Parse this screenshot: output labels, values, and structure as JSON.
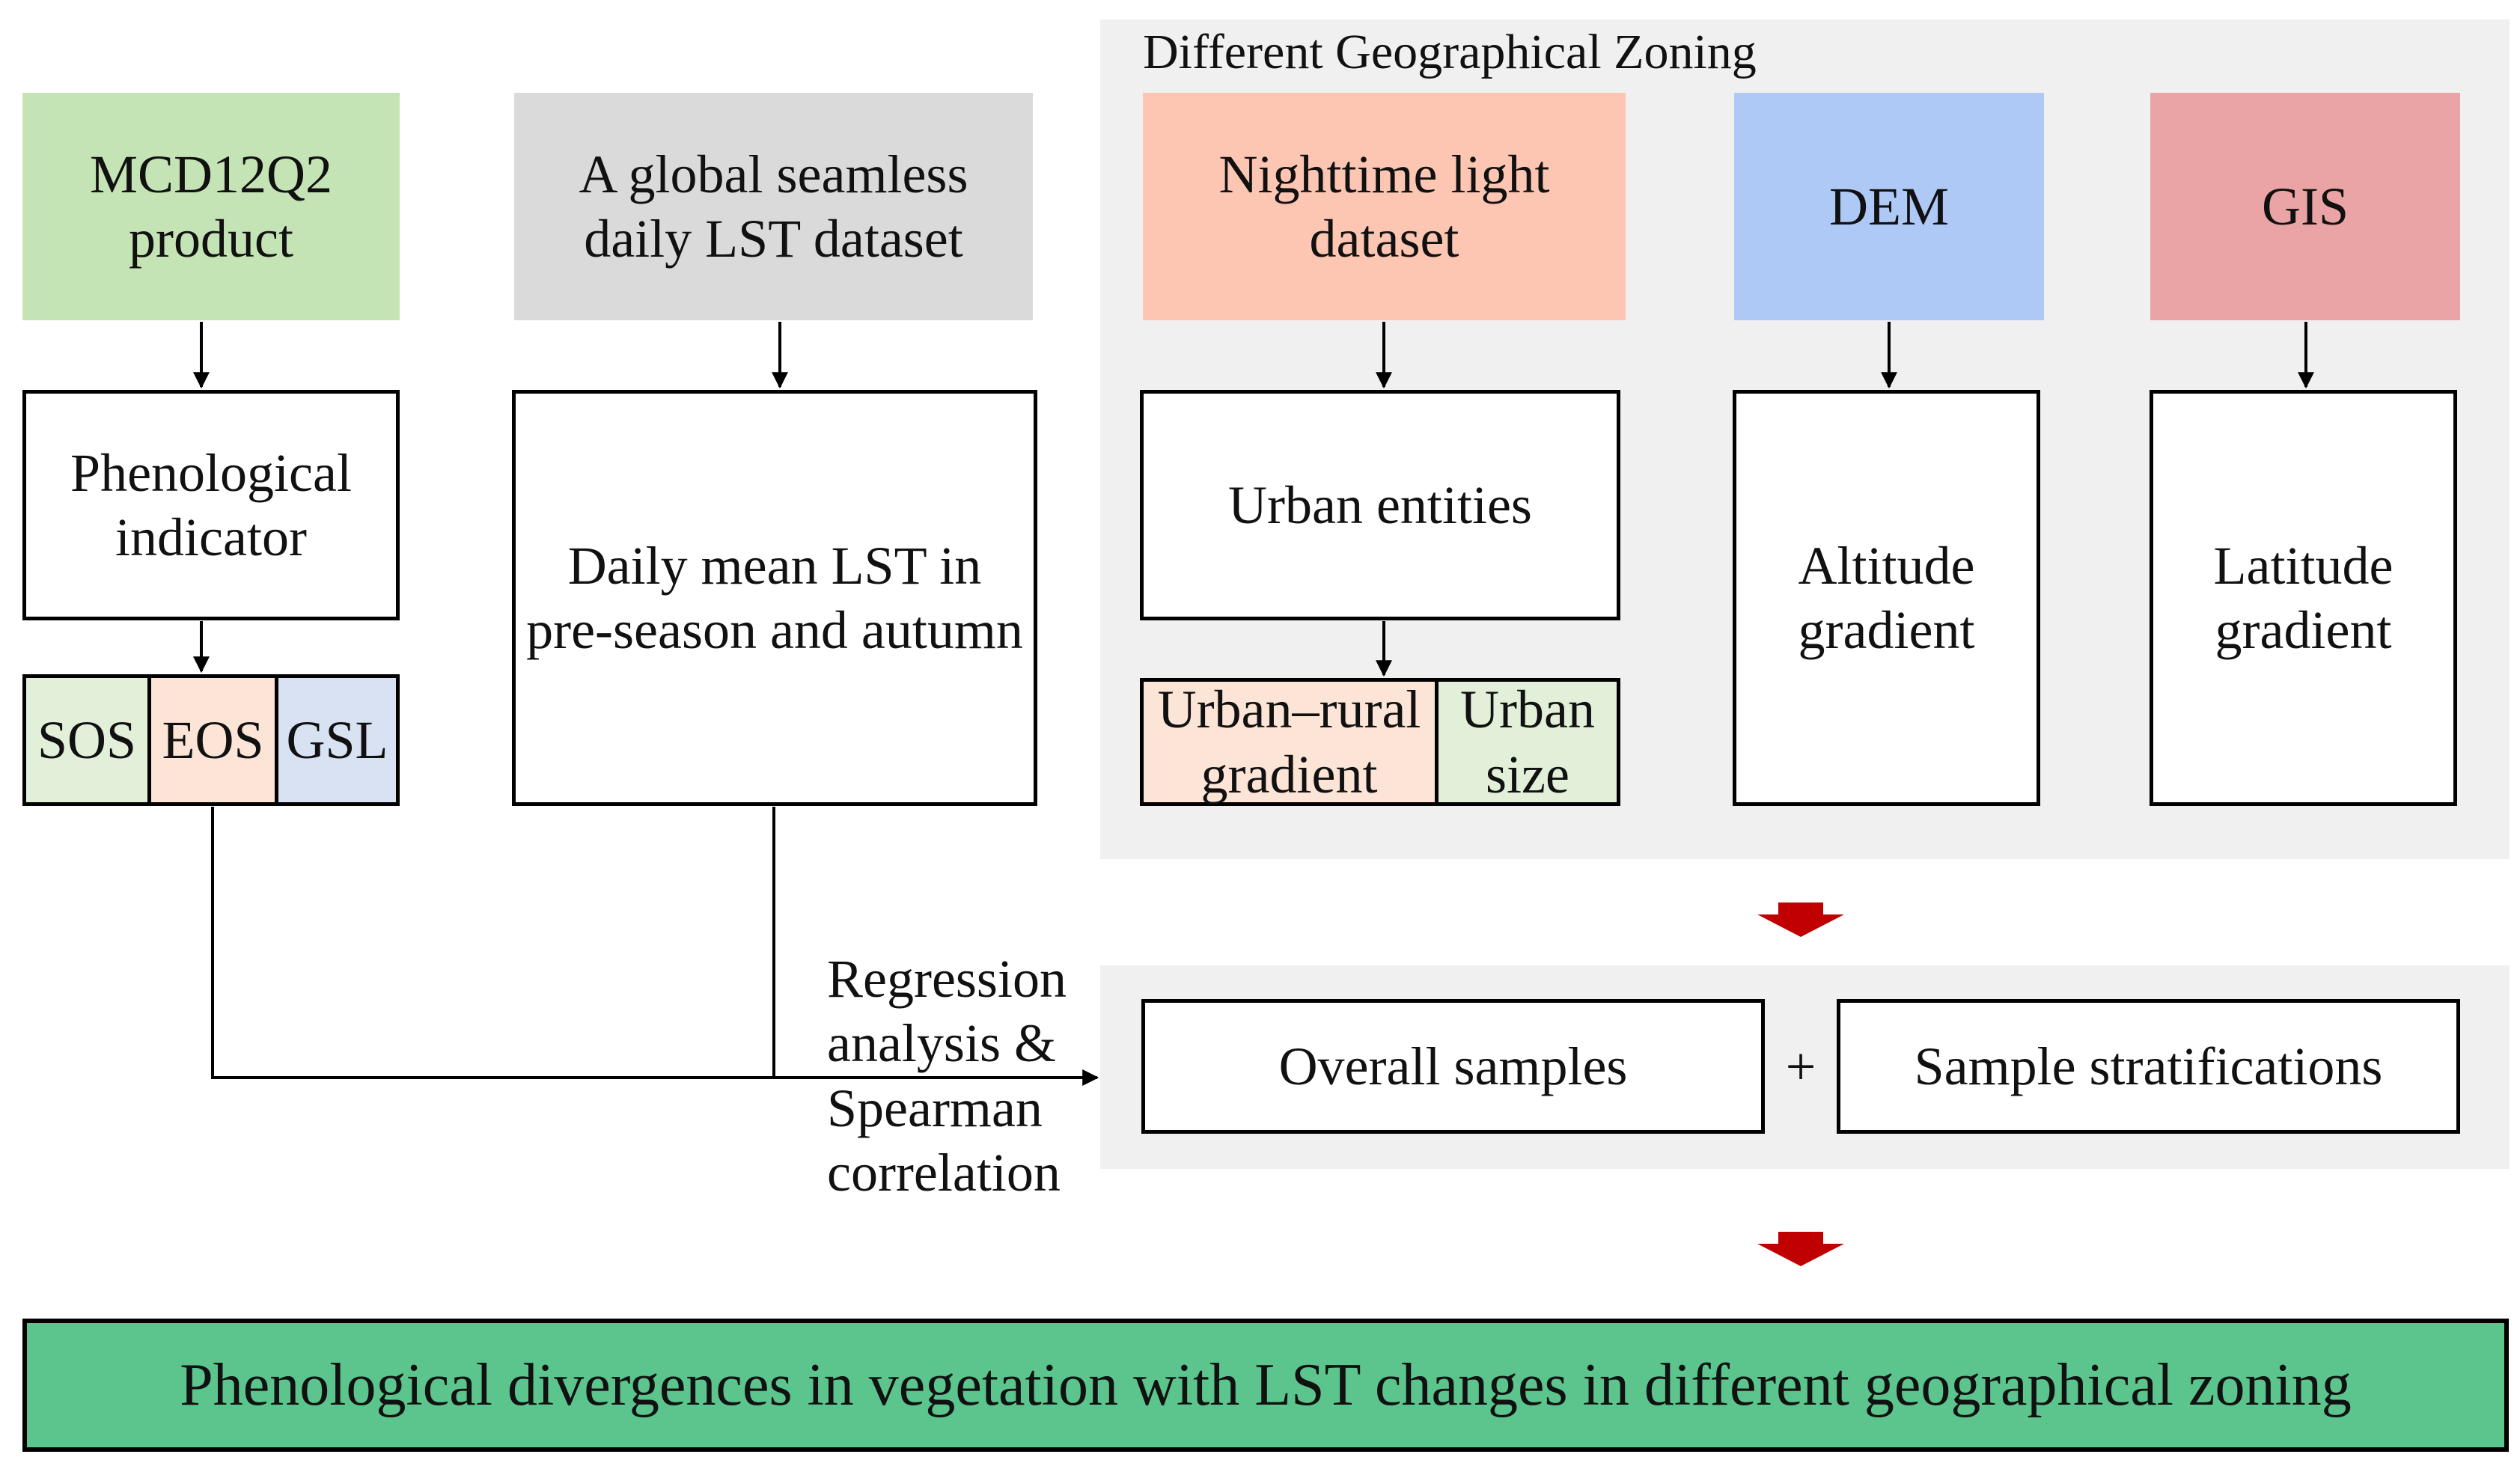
{
  "colors": {
    "green_source": "#c5e4b6",
    "gray_source": "#dadada",
    "salmon_source": "#fdc6b3",
    "blue_source": "#afc9f7",
    "red_source": "#eaa4a5",
    "sos_fill": "#e2f0da",
    "eos_fill": "#fce4d6",
    "gsl_fill": "#d9e2f3",
    "urban_rural_fill": "#fce4d6",
    "urban_size_fill": "#e2f0da",
    "result_fill": "#5bc58d",
    "panel_fill": "#f0f0f0",
    "down_arrow": "#c00000"
  },
  "panels": {
    "zoning_title": "Different Geographical Zoning"
  },
  "sources": {
    "mcd12q2": "MCD12Q2\nproduct",
    "lst_dataset": "A global seamless\ndaily LST dataset",
    "nighttime_light": "Nighttime light\ndataset",
    "dem": "DEM",
    "gis": "GIS"
  },
  "processes": {
    "phenological_indicator": "Phenological\nindicator",
    "daily_mean_lst": "Daily mean LST in\npre-season and autumn",
    "urban_entities": "Urban entities",
    "altitude_gradient": "Altitude\ngradient",
    "latitude_gradient": "Latitude\ngradient"
  },
  "indicators": {
    "sos": "SOS",
    "eos": "EOS",
    "gsl": "GSL"
  },
  "urban_split": {
    "urban_rural": "Urban–rural\ngradient",
    "urban_size": "Urban\nsize"
  },
  "analysis": {
    "method_label": "Regression\nanalysis &\nSpearman\ncorrelation",
    "overall_samples": "Overall samples",
    "plus": "+",
    "sample_stratifications": "Sample stratifications"
  },
  "result": {
    "text": "Phenological divergences in vegetation with LST changes in different geographical zoning"
  }
}
